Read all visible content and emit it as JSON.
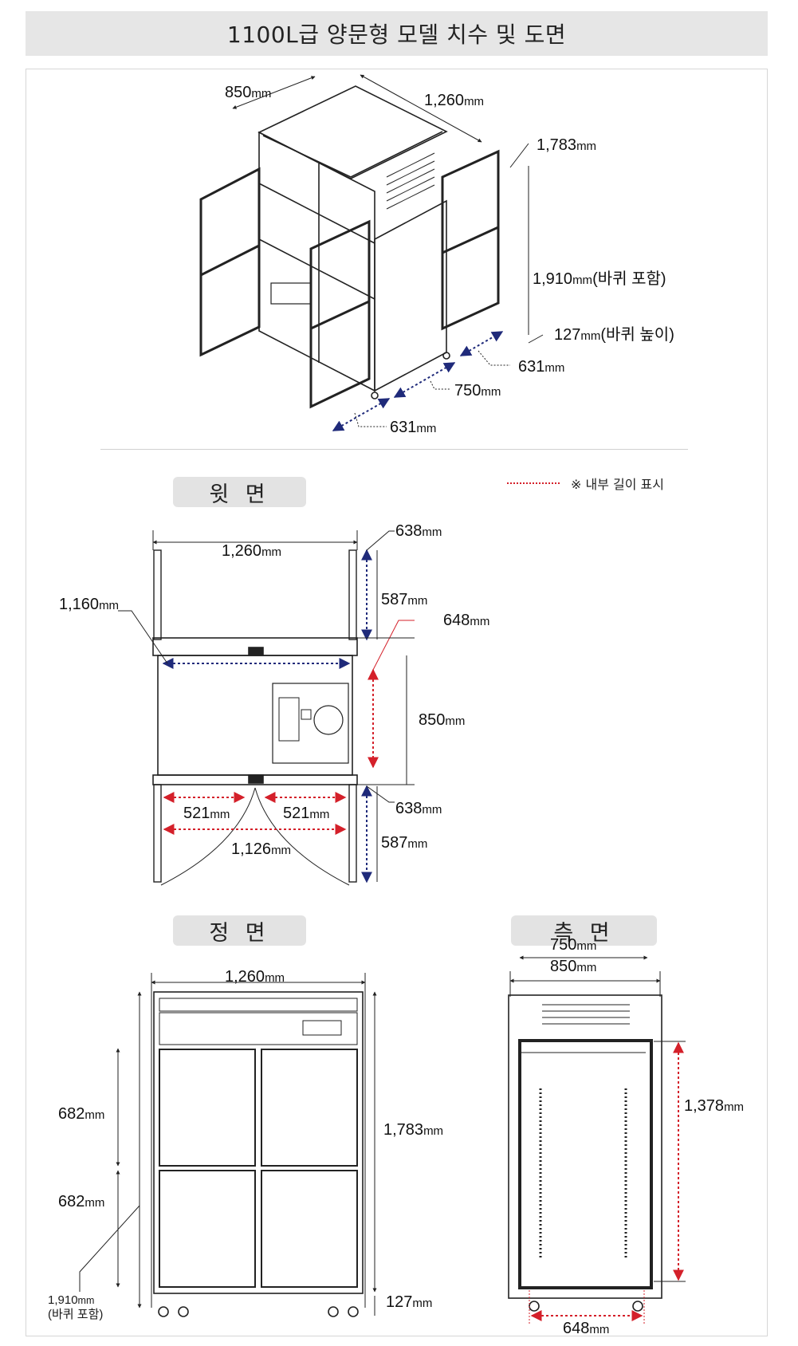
{
  "title": "1100L급 양문형 모델 치수 및 도면",
  "sections": {
    "top_view": "윗 면",
    "front_view": "정 면",
    "side_view": "측 면"
  },
  "legend": "※ 내부 길이 표시",
  "colors": {
    "inner_dimension": "#d4202a",
    "door_dimension": "#1f2a7a",
    "title_bg": "#e6e6e6",
    "pill_bg": "#e3e3e3"
  },
  "iso_view": {
    "depth": "850",
    "width": "1,260",
    "height": "1,783",
    "height_with_wheels": "1,910",
    "height_with_wheels_note": "(바퀴 포함)",
    "wheel_height": "127",
    "wheel_height_note": "(바퀴 높이)",
    "door_right": "631",
    "inner_width": "750",
    "door_left": "631"
  },
  "top_view": {
    "width": "1,260",
    "inner_width": "1,160",
    "door_depth_top_outer": "638",
    "door_depth_top_inner": "587",
    "inner_depth": "648",
    "depth": "850",
    "door_width_left": "521",
    "door_width_right": "521",
    "door_opening": "1,126",
    "door_depth_bottom_outer": "638",
    "door_depth_bottom_inner": "587"
  },
  "front_view": {
    "width": "1,260",
    "door_upper": "682",
    "door_lower": "682",
    "height": "1,783",
    "total_height": "1,910",
    "total_height_note": "(바퀴 포함)",
    "wheel": "127"
  },
  "side_view": {
    "inner_depth": "750",
    "depth": "850",
    "inner_height": "1,378",
    "inner_depth_bottom": "648"
  },
  "unit": "mm"
}
